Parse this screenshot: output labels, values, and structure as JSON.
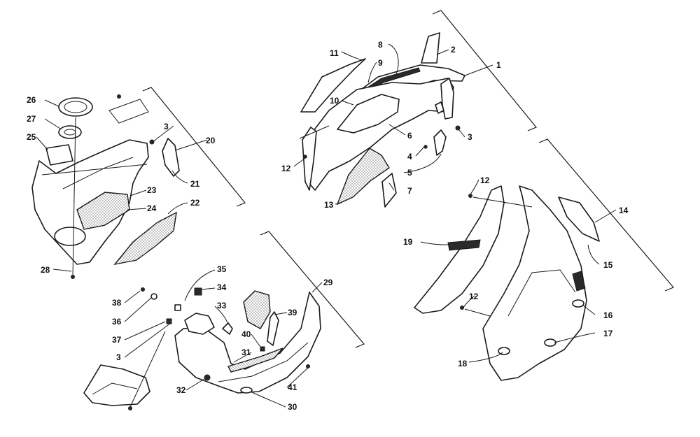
{
  "callouts": {
    "c1": "1",
    "c2": "2",
    "c3a": "3",
    "c3b": "3",
    "c3c": "3",
    "c4": "4",
    "c5": "5",
    "c6": "6",
    "c7": "7",
    "c8": "8",
    "c9": "9",
    "c10": "10",
    "c11": "11",
    "c12a": "12",
    "c12b": "12",
    "c12c": "12",
    "c13": "13",
    "c14": "14",
    "c15": "15",
    "c16": "16",
    "c17": "17",
    "c18": "18",
    "c19": "19",
    "c20": "20",
    "c21": "21",
    "c22": "22",
    "c23": "23",
    "c24": "24",
    "c25": "25",
    "c26": "26",
    "c27": "27",
    "c28": "28",
    "c29": "29",
    "c30": "30",
    "c31": "31",
    "c32": "32",
    "c33": "33",
    "c34": "34",
    "c35": "35",
    "c36": "36",
    "c37": "37",
    "c38": "38",
    "c39": "39",
    "c40": "40",
    "c41": "41"
  }
}
